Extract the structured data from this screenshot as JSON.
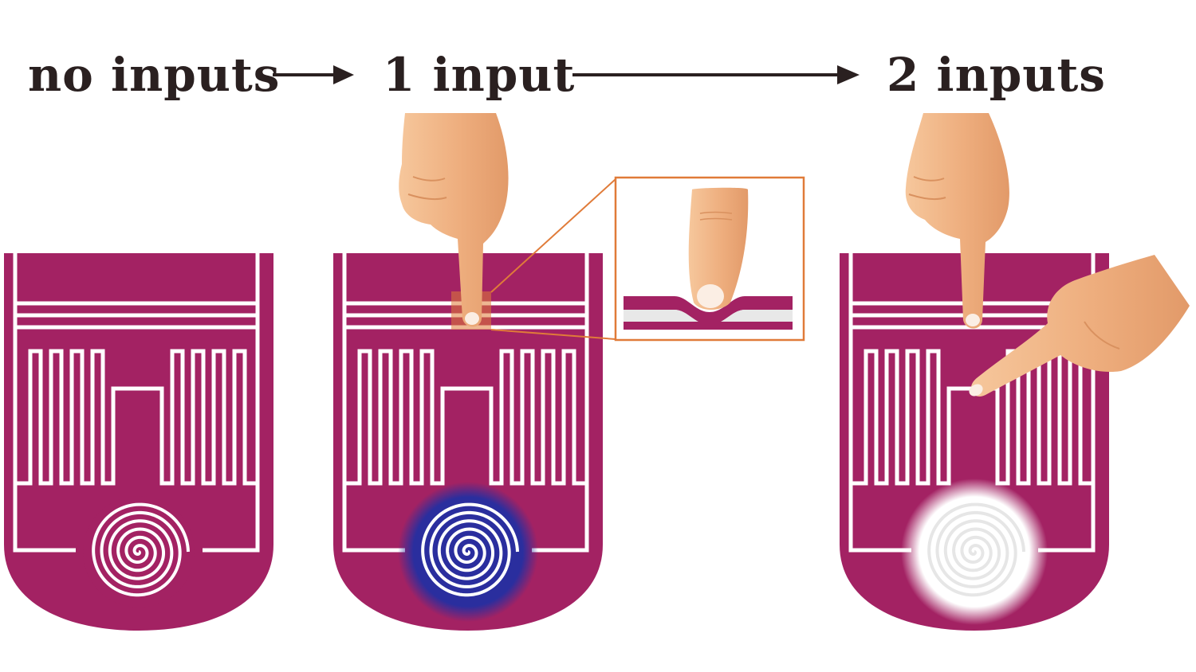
{
  "labels": {
    "stage_no_inputs": "no inputs",
    "stage_one_input": "1 input",
    "stage_two_inputs": "2 inputs"
  },
  "colors": {
    "device": "#a32263",
    "trace": "#ffffff",
    "glow_blue": "#2a2e9e",
    "inset_border": "#e07b39",
    "skin": "#f2b98a",
    "text": "#2a2020"
  },
  "icons": [
    "pointing-finger-icon",
    "arrow-right-icon",
    "spiral-sensor-icon"
  ]
}
